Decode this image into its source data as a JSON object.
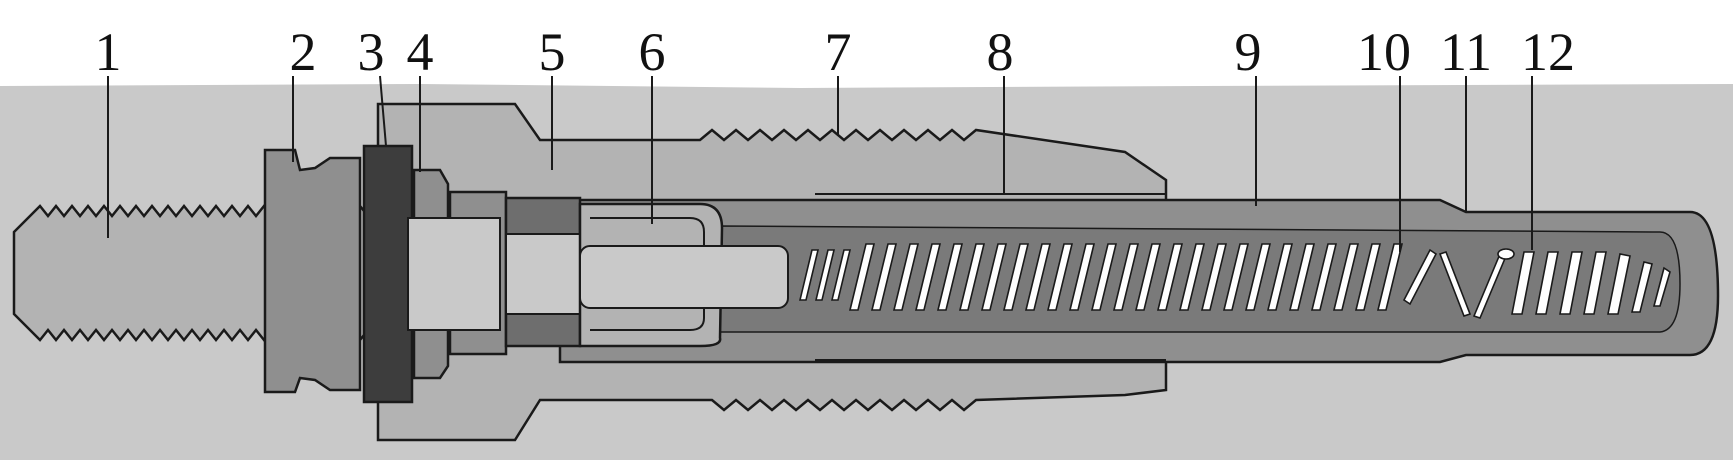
{
  "labels": [
    "1",
    "2",
    "3",
    "4",
    "5",
    "6",
    "7",
    "8",
    "9",
    "10",
    "11",
    "12"
  ],
  "colors": {
    "page": "#ffffff",
    "paper": "#c9c9c9",
    "light_metal": "#b3b3b3",
    "mid_metal": "#8f8f8f",
    "dark_metal": "#6e6e6e",
    "darkest": "#3d3d3d",
    "outline": "#1a1a1a",
    "coil": "#ffffff"
  }
}
